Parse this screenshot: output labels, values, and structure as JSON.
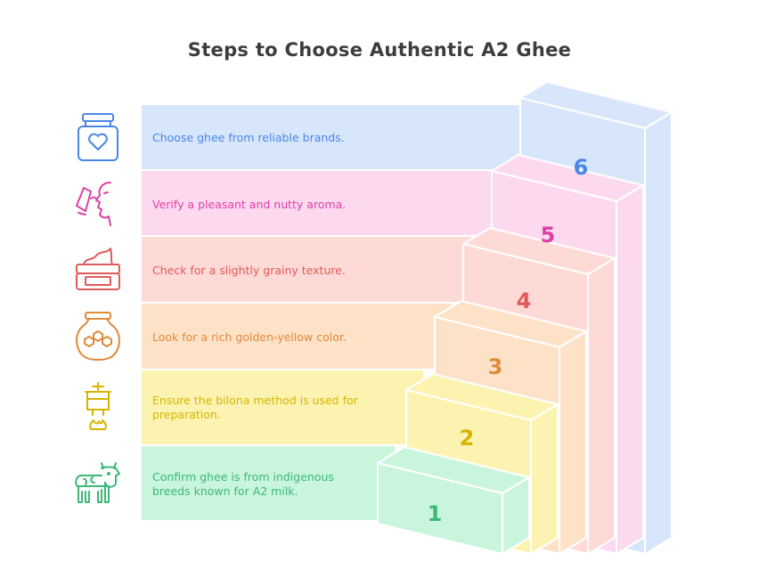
{
  "title": "Steps to Choose Authentic A2 Ghee",
  "steps": [
    {
      "number": "1",
      "text": "Confirm ghee is from indigenous breeds known for A2 milk.",
      "icon": "cow-icon",
      "color": "#3bb878",
      "band": "#c9f5dd"
    },
    {
      "number": "2",
      "text": "Ensure the bilona method is used for preparation.",
      "icon": "churning-pot-icon",
      "color": "#d6b400",
      "band": "#fdf3b0"
    },
    {
      "number": "3",
      "text": "Look for a rich golden-yellow color.",
      "icon": "honeycomb-jar-icon",
      "color": "#e08a3a",
      "band": "#fee2c8"
    },
    {
      "number": "4",
      "text": "Check for a slightly grainy texture.",
      "icon": "cream-jar-icon",
      "color": "#e05a5a",
      "band": "#fedad6"
    },
    {
      "number": "5",
      "text": "Verify a pleasant and nutty aroma.",
      "icon": "smell-face-icon",
      "color": "#e040a8",
      "band": "#fdd9ef"
    },
    {
      "number": "6",
      "text": "Choose ghee from reliable brands.",
      "icon": "heart-jar-icon",
      "color": "#4a86e8",
      "band": "#d8e6fb"
    }
  ]
}
